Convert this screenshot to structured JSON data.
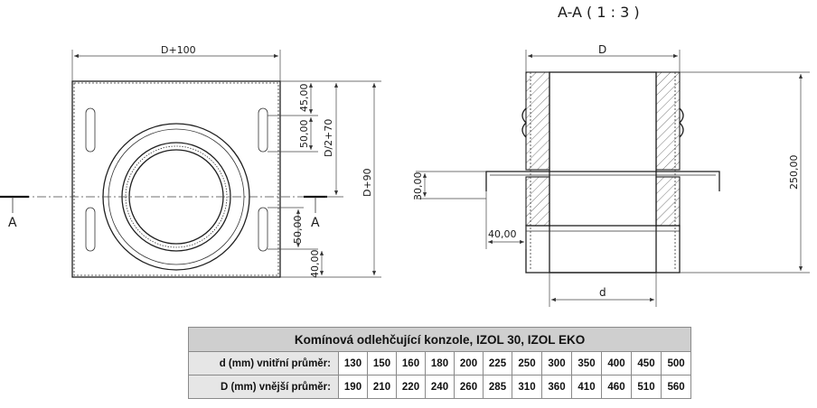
{
  "drawing": {
    "section_title": "A-A ( 1 : 3 )",
    "plan_view": {
      "dim_width": "D+100",
      "dim_height": "D+90",
      "dim_half": "D/2+70",
      "dim_top_offset": "45,00",
      "dim_slot_top": "50,00",
      "dim_slot_bottom": "50,00",
      "dim_bottom_offset": "40,00",
      "section_mark_left": "A",
      "section_mark_right": "A"
    },
    "section_view": {
      "dim_outer": "D",
      "dim_inner": "d",
      "dim_height": "250,00",
      "dim_flange": "30,00",
      "dim_offset": "40,00"
    }
  },
  "table": {
    "title": "Komínová odlehčující konzole, IZOL 30, IZOL EKO",
    "rows": [
      {
        "label": "d (mm) vnitřní průměr:",
        "values": [
          "130",
          "150",
          "160",
          "180",
          "200",
          "225",
          "250",
          "300",
          "350",
          "400",
          "450",
          "500"
        ]
      },
      {
        "label": "D (mm) vnější průměr:",
        "values": [
          "190",
          "210",
          "220",
          "240",
          "260",
          "285",
          "310",
          "360",
          "410",
          "460",
          "510",
          "560"
        ]
      }
    ]
  }
}
